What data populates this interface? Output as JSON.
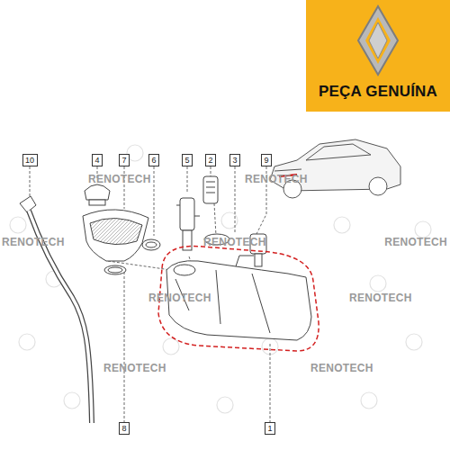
{
  "diagram": {
    "nodes": [
      {
        "text": [
          "PEÇA GENUÍNA"
        ]
      },
      {
        "text": [
          "10"
        ]
      },
      {
        "text": [
          "4"
        ]
      },
      {
        "text": [
          "7"
        ]
      },
      {
        "text": [
          "6"
        ]
      },
      {
        "text": [
          "5"
        ]
      },
      {
        "text": [
          "2"
        ]
      },
      {
        "text": [
          "3"
        ]
      },
      {
        "text": [
          "9"
        ]
      },
      {
        "text": [
          "8"
        ]
      },
      {
        "text": [
          "1"
        ]
      }
    ],
    "labels": [
      "RENOTECH",
      "RENOTECH",
      "RENOTECH",
      "RENOTECH",
      "RENOTECH",
      "RENOTECH",
      "RENOTECH",
      "RENOTECH",
      "RENOTECH"
    ]
  }
}
